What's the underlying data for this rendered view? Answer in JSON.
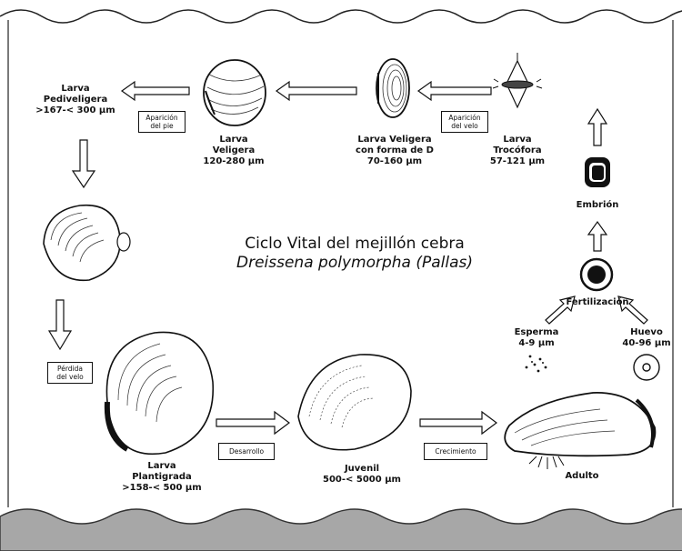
{
  "title": {
    "line1": "Ciclo Vital del mejillón cebra",
    "line2": "Dreissena polymorpha (Pallas)"
  },
  "stages": {
    "pediveligera": {
      "name1": "Larva",
      "name2": "Pediveligera",
      "size": ">167-< 300 µm"
    },
    "veligera": {
      "name1": "Larva",
      "name2": "Veligera",
      "size": "120-280 µm"
    },
    "veligera_d": {
      "name1": "Larva Veligera",
      "name2": "con forma de D",
      "size": "70-160 µm"
    },
    "trocofora": {
      "name1": "Larva",
      "name2": "Trocófora",
      "size": "57-121 µm"
    },
    "embrion": {
      "name": "Embrión"
    },
    "fertilizacion": {
      "name": "Fertilización"
    },
    "esperma": {
      "name": "Esperma",
      "size": "4-9 µm"
    },
    "huevo": {
      "name": "Huevo",
      "size": "40-96 µm"
    },
    "adulto": {
      "name": "Adulto"
    },
    "juvenil": {
      "name": "Juvenil",
      "size": "500-< 5000 µm"
    },
    "plantigrada": {
      "name1": "Larva",
      "name2": "Plantigrada",
      "size": ">158-< 500 µm"
    }
  },
  "process_boxes": {
    "aparicion_pie": {
      "line1": "Aparición",
      "line2": "del pie"
    },
    "aparicion_velo": {
      "line1": "Aparición",
      "line2": "del velo"
    },
    "perdida_velo": {
      "line1": "Pérdida",
      "line2": "del velo"
    },
    "desarrollo": {
      "line1": "Desarrollo"
    },
    "crecimiento": {
      "line1": "Crecimiento"
    }
  },
  "colors": {
    "ink": "#111111",
    "sediment": "#a7a7a7",
    "frame": "#222222"
  }
}
